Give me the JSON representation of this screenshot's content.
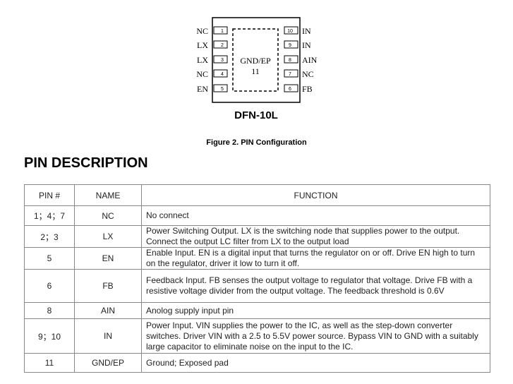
{
  "diagram": {
    "left_pins": [
      {
        "label": "NC",
        "num": "1"
      },
      {
        "label": "LX",
        "num": "2"
      },
      {
        "label": "LX",
        "num": "3"
      },
      {
        "label": "NC",
        "num": "4"
      },
      {
        "label": "EN",
        "num": "5"
      }
    ],
    "right_pins": [
      {
        "label": "IN",
        "num": "10"
      },
      {
        "label": "IN",
        "num": "9"
      },
      {
        "label": "AIN",
        "num": "8"
      },
      {
        "label": "NC",
        "num": "7"
      },
      {
        "label": "FB",
        "num": "6"
      }
    ],
    "center_line1": "GND/EP",
    "center_line2": "11",
    "package_name": "DFN-10L"
  },
  "caption": "Figure 2.  PIN Configuration",
  "heading": "PIN DESCRIPTION",
  "table": {
    "headers": [
      "PIN #",
      "NAME",
      "FUNCTION"
    ],
    "rows": [
      {
        "pin": "1；4；7",
        "name": "NC",
        "function": "No connect"
      },
      {
        "pin": "2；3",
        "name": "LX",
        "function": "Power Switching Output. LX is the switching node that supplies power to the output. Connect the output LC filter from LX to the output load"
      },
      {
        "pin": "5",
        "name": "EN",
        "function": "Enable Input. EN is a digital input that turns the regulator on or off. Drive EN high to turn on the regulator, driver it low to turn it off."
      },
      {
        "pin": "6",
        "name": "FB",
        "function": "Feedback Input. FB senses the output voltage to regulator that voltage. Drive FB with a resistive voltage divider from the output voltage. The feedback threshold is 0.6V"
      },
      {
        "pin": "8",
        "name": "AIN",
        "function": "Anolog supply input pin"
      },
      {
        "pin": "9；10",
        "name": "IN",
        "function": "Power Input. VIN supplies the power to the IC, as well as the step-down converter switches. Driver VIN with a 2.5 to 5.5V power source. Bypass VIN to GND with a suitably large capacitor to eliminate noise on the input to the IC."
      },
      {
        "pin": "11",
        "name": "GND/EP",
        "function": "Ground;   Exposed pad"
      }
    ]
  }
}
